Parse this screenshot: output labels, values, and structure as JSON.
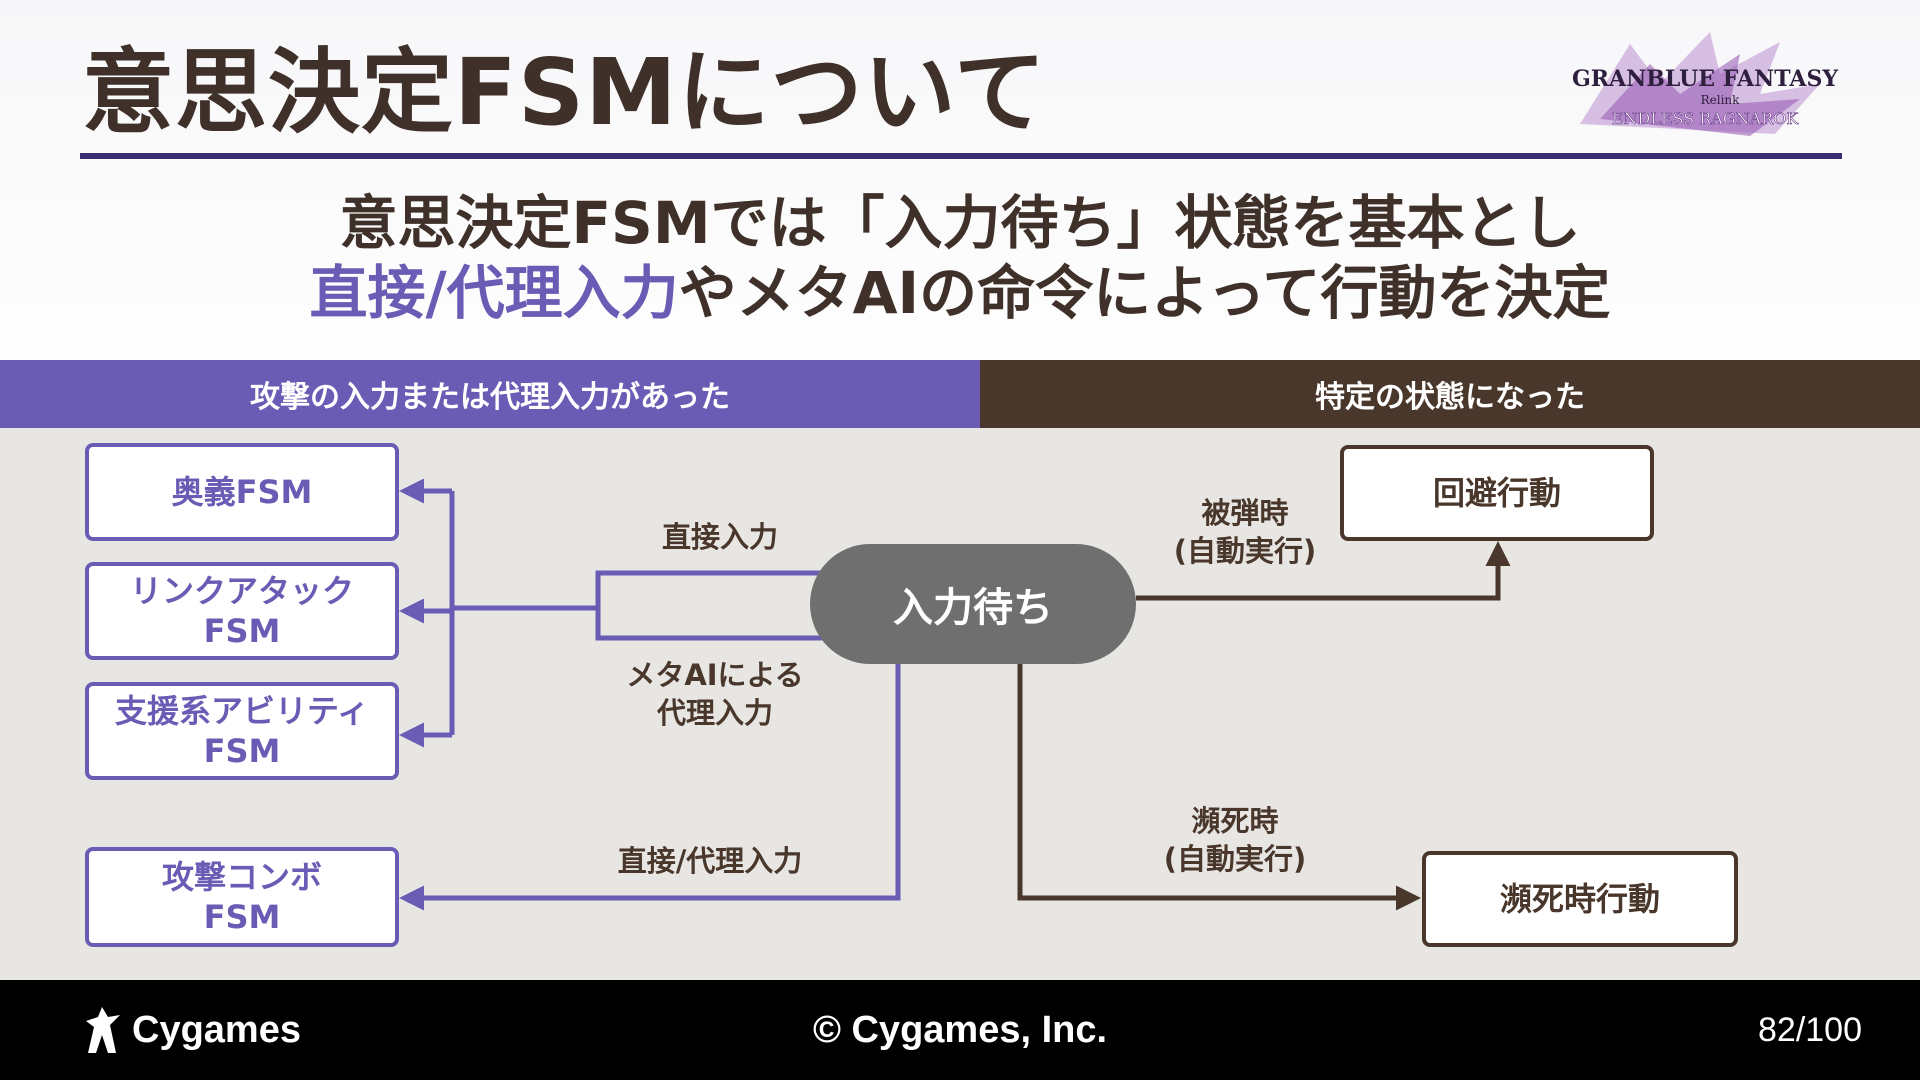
{
  "slide": {
    "title": "意思決定FSMについて",
    "subtitle_line1": "意思決定FSMでは「入力待ち」状態を基本とし",
    "subtitle_line2_accent": "直接/代理入力",
    "subtitle_line2_rest": "やメタAIの命令によって行動を決定"
  },
  "logo": {
    "title": "GRANBLUE FANTASY",
    "sub": "Relink",
    "tagline": "ENDLESS RAGNAROK"
  },
  "bands": {
    "left": "攻撃の入力または代理入力があった",
    "right": "特定の状態になった"
  },
  "diagram": {
    "hub": "入力待ち",
    "left_boxes": [
      {
        "line1": "奥義FSM",
        "line2": ""
      },
      {
        "line1": "リンクアタック",
        "line2": "FSM"
      },
      {
        "line1": "支援系アビリティ",
        "line2": "FSM"
      },
      {
        "line1": "攻撃コンボ",
        "line2": "FSM"
      }
    ],
    "right_boxes": [
      "回避行動",
      "瀕死時行動"
    ],
    "edge_labels": {
      "direct": "直接入力",
      "meta_ai_l1": "メタAIによる",
      "meta_ai_l2": "代理入力",
      "combo": "直接/代理入力",
      "hit_l1": "被弾時",
      "hit_l2": "(自動実行)",
      "dying_l1": "瀕死時",
      "dying_l2": "(自動実行)"
    },
    "colors": {
      "input": "#6a5bb5",
      "state": "#4a372c",
      "hub": "#6f6f6f"
    }
  },
  "footer": {
    "brand": "Cygames",
    "copyright": "© Cygames, Inc.",
    "page": "82/100"
  }
}
